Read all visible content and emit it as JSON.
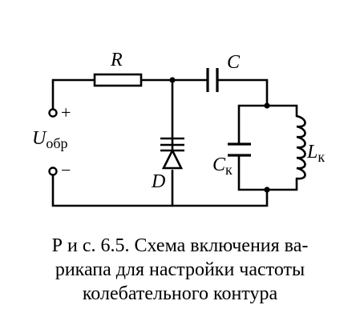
{
  "diagram": {
    "labels": {
      "R": "R",
      "C": "C",
      "D": "D",
      "U_main": "U",
      "U_sub": "обр",
      "plus": "+",
      "minus": "−",
      "Ck_main": "C",
      "Ck_sub": "к",
      "Lk_main": "L",
      "Lk_sub": "к"
    }
  },
  "caption": {
    "line1": "Р и с. 6.5. Схема включения ва-",
    "line2": "рикапа для настройки частоты",
    "line3": "колебательного контура"
  }
}
